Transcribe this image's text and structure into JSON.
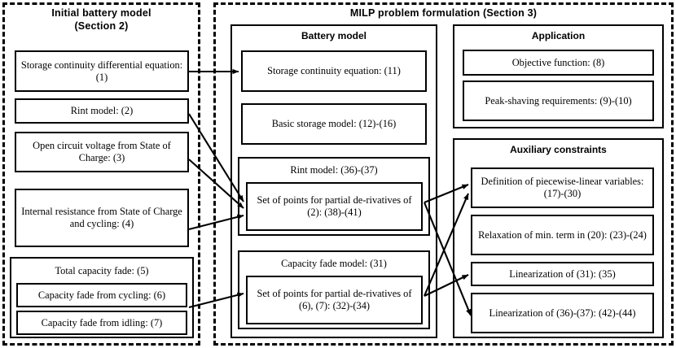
{
  "diagram": {
    "title": "MILP battery model formulation flow diagram",
    "stroke_color": "#000000",
    "background_color": "#ffffff",
    "groups": {
      "initial": {
        "title_line1": "Initial battery model",
        "title_line2": "(Section 2)"
      },
      "milp": {
        "title_line1": "MILP problem formulation (Section 3)"
      },
      "battery_model": {
        "title": "Battery model"
      },
      "application": {
        "title": "Application"
      },
      "auxiliary": {
        "title": "Auxiliary constraints"
      }
    },
    "initial_battery_model": {
      "boxes": [
        {
          "id": "eq1",
          "text": "Storage continuity differential equation: (1)"
        },
        {
          "id": "eq2",
          "text": "Rint model: (2)"
        },
        {
          "id": "eq3",
          "text": "Open circuit voltage from State of Charge: (3)"
        },
        {
          "id": "eq4",
          "text": "Internal resistance from State of Charge and cycling: (4)"
        },
        {
          "id": "eq5",
          "text": "Total capacity fade: (5)"
        },
        {
          "id": "eq6",
          "text": "Capacity fade from cycling: (6)"
        },
        {
          "id": "eq7",
          "text": "Capacity fade from idling: (7)"
        }
      ]
    },
    "battery_model": {
      "boxes": [
        {
          "id": "eq11",
          "text": "Storage continuity equation: (11)"
        },
        {
          "id": "eq12",
          "text": "Basic storage model: (12)-(16)"
        },
        {
          "id": "rint",
          "text": "Rint model: (36)-(37)"
        },
        {
          "id": "rint_points",
          "text": "Set of points for partial de-rivatives of (2): (38)-(41)"
        },
        {
          "id": "fade",
          "text": "Capacity fade model: (31)"
        },
        {
          "id": "fade_points",
          "text": "Set of points for partial de-rivatives of (6), (7): (32)-(34)"
        }
      ]
    },
    "application": {
      "boxes": [
        {
          "id": "obj",
          "text": "Objective function: (8)"
        },
        {
          "id": "peak",
          "text": "Peak-shaving requirements: (9)-(10)"
        }
      ]
    },
    "auxiliary": {
      "boxes": [
        {
          "id": "pwl",
          "text": "Definition of piecewise-linear variables: (17)-(30)"
        },
        {
          "id": "relax",
          "text": "Relaxation of min. term in (20): (23)-(24)"
        },
        {
          "id": "lin31",
          "text": "Linearization of (31): (35)"
        },
        {
          "id": "lin36",
          "text": "Linearization of (36)-(37): (42)-(44)"
        }
      ]
    },
    "arrows": [
      {
        "from": "eq1",
        "to": "eq11"
      },
      {
        "from": "eq2",
        "to": "rint_points"
      },
      {
        "from": "eq3",
        "to": "rint_points"
      },
      {
        "from": "eq4",
        "to": "rint_points"
      },
      {
        "from": "eq6",
        "to": "fade_points"
      },
      {
        "from": "rint_points",
        "to": "pwl"
      },
      {
        "from": "rint_points",
        "to": "lin36"
      },
      {
        "from": "fade_points",
        "to": "pwl"
      },
      {
        "from": "fade_points",
        "to": "lin31"
      }
    ]
  }
}
